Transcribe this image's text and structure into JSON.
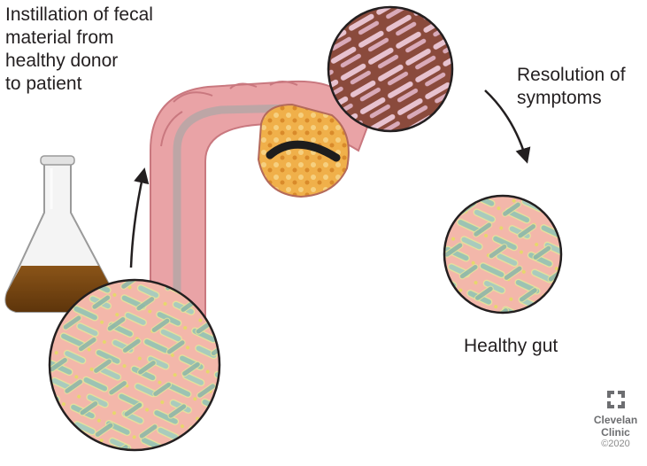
{
  "labels": {
    "instillation_lines": [
      "Instillation of fecal",
      "material from",
      "healthy donor",
      "to patient"
    ],
    "resolution_lines": [
      "Resolution of",
      "symptoms"
    ],
    "healthy_gut": "Healthy gut"
  },
  "logo": {
    "name_lines": [
      "Clevelan",
      "Clinic"
    ],
    "copyright": "©2020"
  },
  "colors": {
    "colon": "#e9a3a6",
    "colon_dark": "#c9787f",
    "bacteria_bg": "#f3b7aa",
    "bacteria_rod": "#9cc3b3",
    "stool": "#7a4a14",
    "lumen": "#e8a23a"
  },
  "icons": [
    "cleveland-clinic-logo-icon",
    "flask-icon"
  ]
}
